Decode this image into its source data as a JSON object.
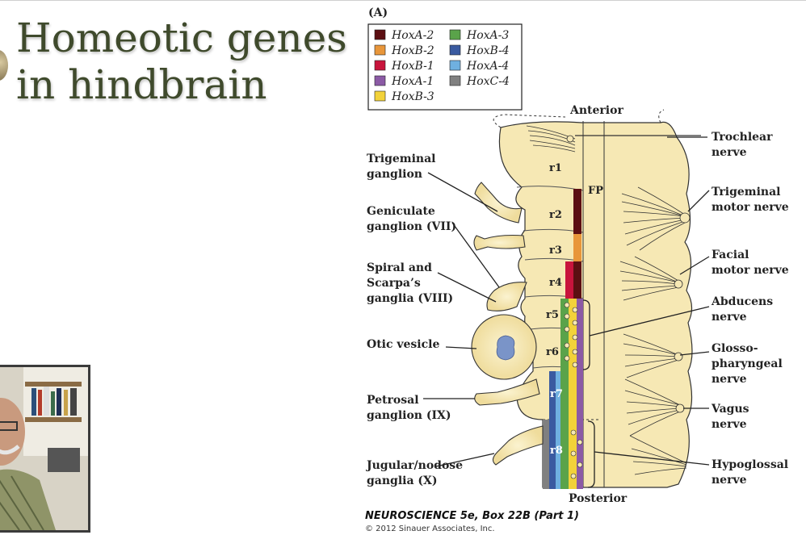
{
  "slide": {
    "title_line1": "Homeotic genes",
    "title_line2": "in hindbrain"
  },
  "figure": {
    "panel_label": "(A)",
    "legend": [
      {
        "gene": "HoxA-2",
        "color": "#5c0f12"
      },
      {
        "gene": "HoxA-3",
        "color": "#5aa34a"
      },
      {
        "gene": "HoxB-2",
        "color": "#e8963a"
      },
      {
        "gene": "HoxB-4",
        "color": "#3a5aa0"
      },
      {
        "gene": "HoxB-1",
        "color": "#c8143c"
      },
      {
        "gene": "HoxA-4",
        "color": "#6fb0e0"
      },
      {
        "gene": "HoxA-1",
        "color": "#8b5aa5"
      },
      {
        "gene": "HoxC-4",
        "color": "#808080"
      },
      {
        "gene": "HoxB-3",
        "color": "#f2d23a"
      }
    ],
    "orientation": {
      "top": "Anterior",
      "bottom": "Posterior"
    },
    "floor_plate": "FP",
    "rhombomeres": [
      "r1",
      "r2",
      "r3",
      "r4",
      "r5",
      "r6",
      "r7",
      "r8"
    ],
    "left_labels": {
      "trigeminal_ganglion": [
        "Trigeminal",
        "ganglion"
      ],
      "geniculate_ganglion": [
        "Geniculate",
        "ganglion (VII)"
      ],
      "spiral_scarpa": [
        "Spiral and",
        "Scarpa’s",
        "ganglia (VIII)"
      ],
      "otic_vesicle": [
        "Otic vesicle"
      ],
      "petrosal_ganglion": [
        "Petrosal",
        "ganglion (IX)"
      ],
      "jugular_nodose": [
        "Jugular/nodose",
        "ganglia (X)"
      ]
    },
    "right_labels": {
      "trochlear": [
        "Trochlear",
        "nerve"
      ],
      "trigeminal_motor": [
        "Trigeminal",
        "motor  nerve"
      ],
      "facial_motor": [
        "Facial",
        "motor nerve"
      ],
      "abducens": [
        "Abducens",
        "nerve"
      ],
      "glossopharyngeal": [
        "Glosso-",
        "pharyngeal",
        "nerve"
      ],
      "vagus": [
        "Vagus",
        "nerve"
      ],
      "hypoglossal": [
        "Hypoglossal",
        "nerve"
      ]
    }
  },
  "caption": {
    "source": "NEUROSCIENCE 5e, Box 22B (Part 1)",
    "copyright": "© 2012 Sinauer Associates, Inc."
  },
  "colors": {
    "title": "#3f4a2c",
    "tissue": "#f6e8b4",
    "tissue_outline": "#333333"
  }
}
